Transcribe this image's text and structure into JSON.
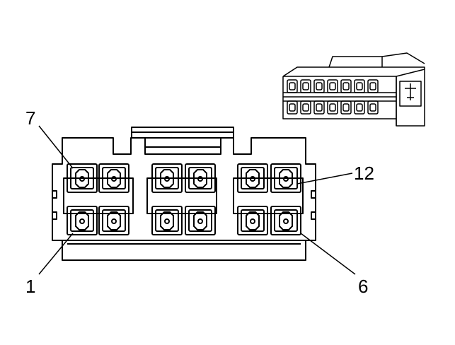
{
  "diagram": {
    "callouts": {
      "pin_7": "7",
      "pin_12": "12",
      "pin_1": "1",
      "pin_6": "6"
    },
    "stroke_color": "#000000",
    "background_color": "#ffffff"
  }
}
